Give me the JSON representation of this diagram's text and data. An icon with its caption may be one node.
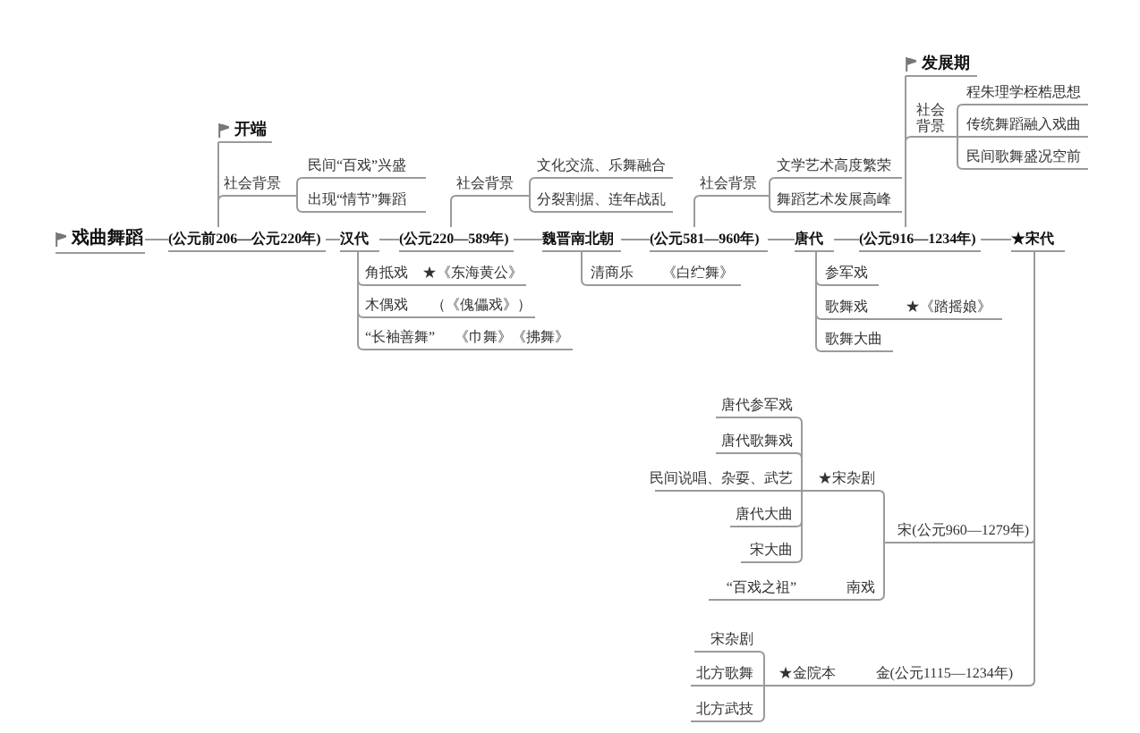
{
  "diagram": {
    "nodes": [
      {
        "text": [
          "戏曲舞蹈"
        ]
      },
      {
        "text": [
          "(公元前206—公元220年)"
        ]
      },
      {
        "text": [
          "开端"
        ]
      },
      {
        "text": [
          "社会背景"
        ]
      },
      {
        "text": [
          "民间“百戏”兴盛"
        ]
      },
      {
        "text": [
          "出现“情节”舞蹈"
        ]
      },
      {
        "text": [
          "汉代"
        ]
      },
      {
        "text": [
          "角抵戏"
        ]
      },
      {
        "text": [
          "★《东海黄公》"
        ]
      },
      {
        "text": [
          "木偶戏"
        ]
      },
      {
        "text": [
          "（《傀儡戏》）"
        ]
      },
      {
        "text": [
          "“长袖善舞”"
        ]
      },
      {
        "text": [
          "《巾舞》《拂舞》"
        ]
      },
      {
        "text": [
          "(公元220—589年)"
        ]
      },
      {
        "text": [
          "社会背景"
        ]
      },
      {
        "text": [
          "文化交流、乐舞融合"
        ]
      },
      {
        "text": [
          "分裂割据、连年战乱"
        ]
      },
      {
        "text": [
          "魏晋南北朝"
        ]
      },
      {
        "text": [
          "清商乐"
        ]
      },
      {
        "text": [
          "《白纻舞》"
        ]
      },
      {
        "text": [
          "(公元581—960年)"
        ]
      },
      {
        "text": [
          "社会背景"
        ]
      },
      {
        "text": [
          "文学艺术高度繁荣"
        ]
      },
      {
        "text": [
          "舞蹈艺术发展高峰"
        ]
      },
      {
        "text": [
          "唐代"
        ]
      },
      {
        "text": [
          "参军戏"
        ]
      },
      {
        "text": [
          "歌舞戏"
        ]
      },
      {
        "text": [
          "★《踏摇娘》"
        ]
      },
      {
        "text": [
          "歌舞大曲"
        ]
      },
      {
        "text": [
          "(公元916—1234年)"
        ]
      },
      {
        "text": [
          "发展期"
        ]
      },
      {
        "text": [
          "社会背景"
        ]
      },
      {
        "text": [
          "程朱理学桎梏思想"
        ]
      },
      {
        "text": [
          "传统舞蹈融入戏曲"
        ]
      },
      {
        "text": [
          "民间歌舞盛况空前"
        ]
      },
      {
        "text": [
          "★宋代"
        ]
      },
      {
        "text": [
          "宋(公元960—1279年)"
        ]
      },
      {
        "text": [
          "★宋杂剧"
        ]
      },
      {
        "text": [
          "唐代参军戏"
        ]
      },
      {
        "text": [
          "唐代歌舞戏"
        ]
      },
      {
        "text": [
          "民间说唱、杂耍、武艺"
        ]
      },
      {
        "text": [
          "唐代大曲"
        ]
      },
      {
        "text": [
          "宋大曲"
        ]
      },
      {
        "text": [
          "南戏"
        ]
      },
      {
        "text": [
          "“百戏之祖”"
        ]
      },
      {
        "text": [
          "金(公元1115—1234年)"
        ]
      },
      {
        "text": [
          "★金院本"
        ]
      },
      {
        "text": [
          "宋杂剧"
        ]
      },
      {
        "text": [
          "北方歌舞"
        ]
      },
      {
        "text": [
          "北方武技"
        ]
      }
    ],
    "edges": [
      {
        "from": 0,
        "to": 1,
        "arrow": "none"
      },
      {
        "from": 1,
        "to": 2,
        "arrow": "none"
      },
      {
        "from": 1,
        "to": 3,
        "arrow": "none"
      },
      {
        "from": 3,
        "to": 4,
        "arrow": "none"
      },
      {
        "from": 3,
        "to": 5,
        "arrow": "none"
      },
      {
        "from": 1,
        "to": 6,
        "arrow": "none"
      },
      {
        "from": 6,
        "to": 7,
        "arrow": "none"
      },
      {
        "from": 7,
        "to": 8,
        "arrow": "none"
      },
      {
        "from": 6,
        "to": 9,
        "arrow": "none"
      },
      {
        "from": 9,
        "to": 10,
        "arrow": "none"
      },
      {
        "from": 6,
        "to": 11,
        "arrow": "none"
      },
      {
        "from": 11,
        "to": 12,
        "arrow": "none"
      },
      {
        "from": 6,
        "to": 13,
        "arrow": "none"
      },
      {
        "from": 13,
        "to": 14,
        "arrow": "none"
      },
      {
        "from": 14,
        "to": 15,
        "arrow": "none"
      },
      {
        "from": 14,
        "to": 16,
        "arrow": "none"
      },
      {
        "from": 13,
        "to": 17,
        "arrow": "none"
      },
      {
        "from": 17,
        "to": 18,
        "arrow": "none"
      },
      {
        "from": 18,
        "to": 19,
        "arrow": "none"
      },
      {
        "from": 17,
        "to": 20,
        "arrow": "none"
      },
      {
        "from": 20,
        "to": 21,
        "arrow": "none"
      },
      {
        "from": 21,
        "to": 22,
        "arrow": "none"
      },
      {
        "from": 21,
        "to": 23,
        "arrow": "none"
      },
      {
        "from": 20,
        "to": 24,
        "arrow": "none"
      },
      {
        "from": 24,
        "to": 25,
        "arrow": "none"
      },
      {
        "from": 24,
        "to": 26,
        "arrow": "none"
      },
      {
        "from": 26,
        "to": 27,
        "arrow": "none"
      },
      {
        "from": 24,
        "to": 28,
        "arrow": "none"
      },
      {
        "from": 24,
        "to": 29,
        "arrow": "none"
      },
      {
        "from": 29,
        "to": 30,
        "arrow": "none"
      },
      {
        "from": 29,
        "to": 31,
        "arrow": "none"
      },
      {
        "from": 31,
        "to": 32,
        "arrow": "none"
      },
      {
        "from": 31,
        "to": 33,
        "arrow": "none"
      },
      {
        "from": 31,
        "to": 34,
        "arrow": "none"
      },
      {
        "from": 29,
        "to": 35,
        "arrow": "none"
      },
      {
        "from": 35,
        "to": 36,
        "arrow": "none"
      },
      {
        "from": 36,
        "to": 37,
        "arrow": "none"
      },
      {
        "from": 37,
        "to": 38,
        "arrow": "none"
      },
      {
        "from": 37,
        "to": 39,
        "arrow": "none"
      },
      {
        "from": 37,
        "to": 40,
        "arrow": "none"
      },
      {
        "from": 37,
        "to": 41,
        "arrow": "none"
      },
      {
        "from": 37,
        "to": 42,
        "arrow": "none"
      },
      {
        "from": 36,
        "to": 43,
        "arrow": "none"
      },
      {
        "from": 43,
        "to": 44,
        "arrow": "none"
      },
      {
        "from": 35,
        "to": 45,
        "arrow": "none"
      },
      {
        "from": 45,
        "to": 46,
        "arrow": "none"
      },
      {
        "from": 46,
        "to": 47,
        "arrow": "none"
      },
      {
        "from": 46,
        "to": 48,
        "arrow": "none"
      },
      {
        "from": 46,
        "to": 49,
        "arrow": "none"
      }
    ]
  }
}
